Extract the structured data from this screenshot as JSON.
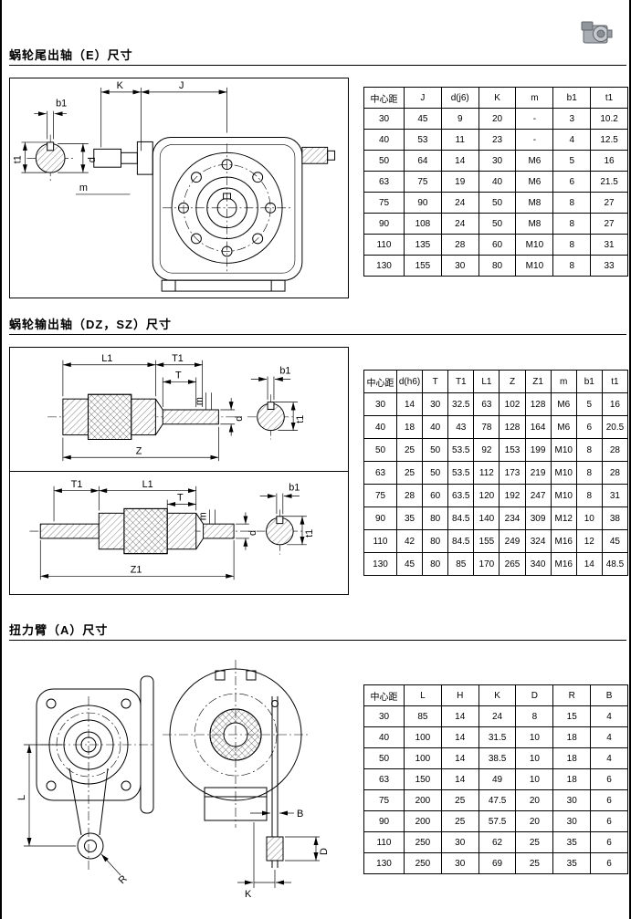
{
  "page": {
    "logo_icon": "worm-gearbox-photo"
  },
  "sections": {
    "s1": {
      "title": "蜗轮尾出轴（E）尺寸",
      "labels": {
        "K": "K",
        "J": "J",
        "b1": "b1",
        "d": "d",
        "t1": "t1",
        "m": "m"
      },
      "table": {
        "headers": [
          "中心距",
          "J",
          "d(j6)",
          "K",
          "m",
          "b1",
          "t1"
        ],
        "rows": [
          [
            "30",
            "45",
            "9",
            "20",
            "-",
            "3",
            "10.2"
          ],
          [
            "40",
            "53",
            "11",
            "23",
            "-",
            "4",
            "12.5"
          ],
          [
            "50",
            "64",
            "14",
            "30",
            "M6",
            "5",
            "16"
          ],
          [
            "63",
            "75",
            "19",
            "40",
            "M6",
            "6",
            "21.5"
          ],
          [
            "75",
            "90",
            "24",
            "50",
            "M8",
            "8",
            "27"
          ],
          [
            "90",
            "108",
            "24",
            "50",
            "M8",
            "8",
            "27"
          ],
          [
            "110",
            "135",
            "28",
            "60",
            "M10",
            "8",
            "31"
          ],
          [
            "130",
            "155",
            "30",
            "80",
            "M10",
            "8",
            "33"
          ]
        ]
      }
    },
    "s2": {
      "title": "蜗轮输出轴（DZ，SZ）尺寸",
      "labels": {
        "L1": "L1",
        "T1": "T1",
        "T": "T",
        "m": "m",
        "d": "d",
        "Z": "Z",
        "Z1": "Z1",
        "b1": "b1",
        "t1": "t1"
      },
      "table": {
        "headers": [
          "中心距",
          "d(h6)",
          "T",
          "T1",
          "L1",
          "Z",
          "Z1",
          "m",
          "b1",
          "t1"
        ],
        "rows": [
          [
            "30",
            "14",
            "30",
            "32.5",
            "63",
            "102",
            "128",
            "M6",
            "5",
            "16"
          ],
          [
            "40",
            "18",
            "40",
            "43",
            "78",
            "128",
            "164",
            "M6",
            "6",
            "20.5"
          ],
          [
            "50",
            "25",
            "50",
            "53.5",
            "92",
            "153",
            "199",
            "M10",
            "8",
            "28"
          ],
          [
            "63",
            "25",
            "50",
            "53.5",
            "112",
            "173",
            "219",
            "M10",
            "8",
            "28"
          ],
          [
            "75",
            "28",
            "60",
            "63.5",
            "120",
            "192",
            "247",
            "M10",
            "8",
            "31"
          ],
          [
            "90",
            "35",
            "80",
            "84.5",
            "140",
            "234",
            "309",
            "M12",
            "10",
            "38"
          ],
          [
            "110",
            "42",
            "80",
            "84.5",
            "155",
            "249",
            "324",
            "M16",
            "12",
            "45"
          ],
          [
            "130",
            "45",
            "80",
            "85",
            "170",
            "265",
            "340",
            "M16",
            "14",
            "48.5"
          ]
        ]
      }
    },
    "s3": {
      "title": "扭力臂（A）尺寸",
      "labels": {
        "L": "L",
        "R": "R",
        "K": "K",
        "B": "B",
        "D": "D"
      },
      "table": {
        "headers": [
          "中心距",
          "L",
          "H",
          "K",
          "D",
          "R",
          "B"
        ],
        "rows": [
          [
            "30",
            "85",
            "14",
            "24",
            "8",
            "15",
            "4"
          ],
          [
            "40",
            "100",
            "14",
            "31.5",
            "10",
            "18",
            "4"
          ],
          [
            "50",
            "100",
            "14",
            "38.5",
            "10",
            "18",
            "4"
          ],
          [
            "63",
            "150",
            "14",
            "49",
            "10",
            "18",
            "6"
          ],
          [
            "75",
            "200",
            "25",
            "47.5",
            "20",
            "30",
            "6"
          ],
          [
            "90",
            "200",
            "25",
            "57.5",
            "20",
            "30",
            "6"
          ],
          [
            "110",
            "250",
            "30",
            "62",
            "25",
            "35",
            "6"
          ],
          [
            "130",
            "250",
            "30",
            "69",
            "25",
            "35",
            "6"
          ]
        ]
      }
    }
  }
}
